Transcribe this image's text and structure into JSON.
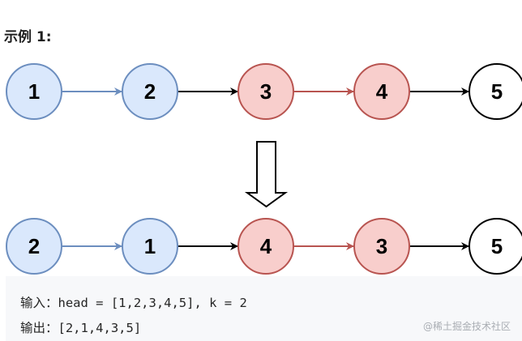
{
  "heading": "示例 1:",
  "diagram": {
    "top_row": [
      {
        "label": "1",
        "group": "blue"
      },
      {
        "label": "2",
        "group": "blue"
      },
      {
        "label": "3",
        "group": "red"
      },
      {
        "label": "4",
        "group": "red"
      },
      {
        "label": "5",
        "group": "white"
      }
    ],
    "bottom_row": [
      {
        "label": "2",
        "group": "blue"
      },
      {
        "label": "1",
        "group": "blue"
      },
      {
        "label": "4",
        "group": "red"
      },
      {
        "label": "3",
        "group": "red"
      },
      {
        "label": "5",
        "group": "white"
      }
    ],
    "edges": [
      {
        "color": "blue"
      },
      {
        "color": "black"
      },
      {
        "color": "red"
      },
      {
        "color": "black"
      }
    ]
  },
  "colors": {
    "blue_fill": "#dae8fc",
    "blue_stroke": "#6c8ebf",
    "red_fill": "#f8cecc",
    "red_stroke": "#b85450",
    "white_fill": "#ffffff",
    "white_stroke": "#000000",
    "black_edge": "#000000"
  },
  "example": {
    "input_line": "输入：head = [1,2,3,4,5], k = 2",
    "output_line": "输出：[2,1,4,3,5]"
  },
  "watermark": "@稀土掘金技术社区"
}
